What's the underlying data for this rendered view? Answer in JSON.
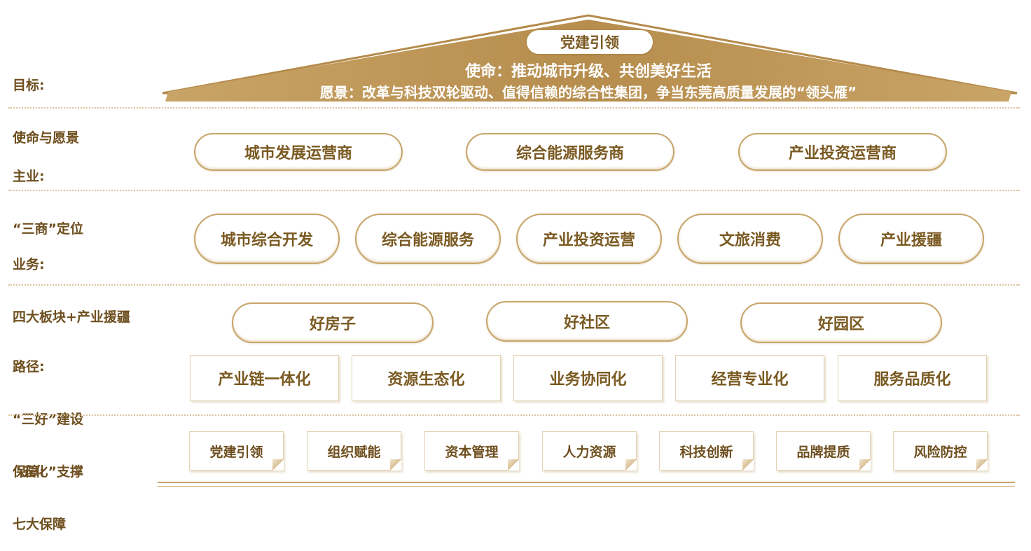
{
  "colors": {
    "gold": "#c8a56a",
    "gold_dark": "#b08a48",
    "text": "#7a5a22"
  },
  "rows": {
    "goal": {
      "label": [
        "目标:",
        "使命与愿景"
      ]
    },
    "main": {
      "label": [
        "主业:",
        "“三商”定位"
      ]
    },
    "business": {
      "label": [
        "业务:",
        "四大板块+产业援疆"
      ]
    },
    "path": {
      "label": [
        "路径:",
        "“三好”建设",
        "“五化”支撑"
      ]
    },
    "guarantee": {
      "label": [
        "保障:",
        "七大保障"
      ]
    }
  },
  "roof": {
    "party": "党建引领",
    "mission": "使命：推动城市升级、共创美好生活",
    "vision": "愿景：改革与科技双轮驱动、值得信赖的综合性集团，争当东莞高质量发展的“领头雁”"
  },
  "main_items": [
    "城市发展运营商",
    "综合能源服务商",
    "产业投资运营商"
  ],
  "business_items": [
    "城市综合开发",
    "综合能源服务",
    "产业投资运营",
    "文旅消费",
    "产业援疆"
  ],
  "three_good": [
    "好房子",
    "好社区",
    "好园区"
  ],
  "five_ization": [
    "产业链一体化",
    "资源生态化",
    "业务协同化",
    "经营专业化",
    "服务品质化"
  ],
  "guarantees": [
    "党建引领",
    "组织赋能",
    "资本管理",
    "人力资源",
    "科技创新",
    "品牌提质",
    "风险防控"
  ]
}
